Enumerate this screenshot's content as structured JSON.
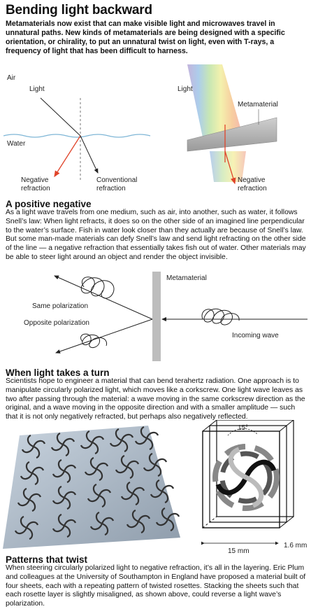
{
  "title": "Bending light backward",
  "deck": "Metamaterials now exist that can make visible light and microwaves travel in unnatural paths. New kinds of metamaterials are being designed with a specific orientation, or chirality, to put an unnatural twist on light, even with T-rays, a frequency of light that has been difficult to harness.",
  "diagram1": {
    "air": "Air",
    "light": "Light",
    "water": "Water",
    "negative_1": "Negative",
    "negative_2": "refraction",
    "conventional_1": "Conventional",
    "conventional_2": "refraction"
  },
  "diagram2": {
    "light": "Light",
    "metamaterial": "Metamaterial",
    "negative_1": "Negative",
    "negative_2": "refraction"
  },
  "section1": {
    "heading": "A positive negative",
    "text": "As a light wave travels from one medium, such as air, into another, such as water, it follows Snell’s law: When light refracts, it does so on the other side of an imagined line perpendicular to the water’s surface. Fish in water look closer than they actually are because of Snell’s law. But some man-made materials can defy Snell’s law and send light refracting on the other side of the line — a negative refraction that essentially takes fish out of water. Other materials may be able to steer light around an object and render the object invisible."
  },
  "diagram3": {
    "metamaterial": "Metamaterial",
    "same": "Same polarization",
    "opposite": "Opposite polarization",
    "incoming": "Incoming wave"
  },
  "section2": {
    "heading": "When light takes a turn",
    "text": "Scientists hope to engineer a material that can bend terahertz radiation. One approach is to manipulate circularly polarized light, which moves like a corkscrew. One light wave leaves as two after passing through the material: a wave moving in the same corkscrew direction as the original, and a wave moving in the opposite direction and with a smaller amplitude — such that it is not only negatively refracted, but perhaps also negatively reflected."
  },
  "diagram4": {
    "angle": "15°",
    "width": "15 mm",
    "depth": "1.6 mm"
  },
  "section3": {
    "heading": "Patterns that twist",
    "text": "When steering circularly polarized light to negative refraction, it’s all in the layering. Eric Plum and colleagues at the University of Southampton in England have proposed a material built of four sheets, each with a repeating pattern of twisted rosettes. Stacking the sheets such that each rosette layer is slightly misaligned, as shown above, could reverse a light wave’s polarization."
  },
  "colors": {
    "negative_ray": "#e0442a",
    "metamaterial_gray": "#bdbdbd",
    "water_line": "#7fb6d6"
  }
}
